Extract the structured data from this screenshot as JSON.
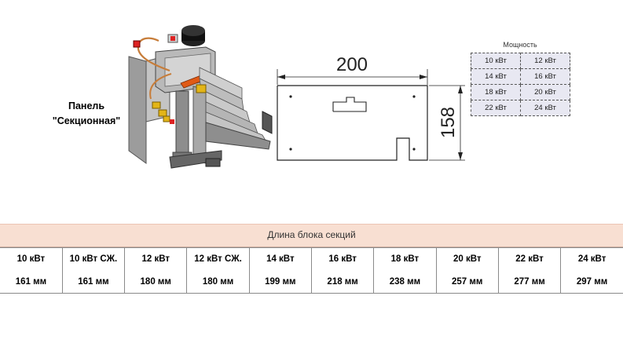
{
  "panel": {
    "line1": "Панель",
    "line2": "\"Секционная\""
  },
  "drawing": {
    "width_label": "200",
    "height_label": "158"
  },
  "power": {
    "title": "Мощность",
    "rows": [
      [
        "10 кВт",
        "12 кВт"
      ],
      [
        "14 кВт",
        "16 кВт"
      ],
      [
        "18 кВт",
        "20 кВт"
      ],
      [
        "22 кВт",
        "24 кВт"
      ]
    ]
  },
  "length": {
    "title": "Длина блока секций",
    "powers": [
      "10 кВт",
      "10 кВт СЖ.",
      "12 кВт",
      "12 кВт СЖ.",
      "14 кВт",
      "16 кВт",
      "18 кВт",
      "20 кВт",
      "22 кВт",
      "24 кВт"
    ],
    "lengths": [
      "161 мм",
      "161 мм",
      "180 мм",
      "180 мм",
      "199 мм",
      "218 мм",
      "238 мм",
      "257 мм",
      "277 мм",
      "297 мм"
    ]
  }
}
